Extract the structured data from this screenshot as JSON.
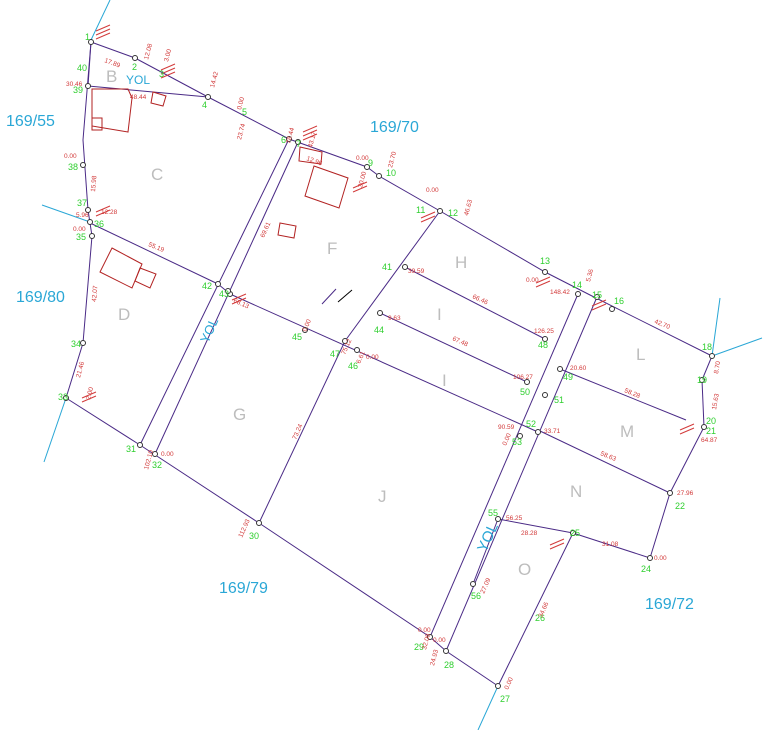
{
  "colors": {
    "boundary": "#4a2a86",
    "building": "#b22222",
    "parcel_label": "#2aa7d6",
    "point_label": "#2fcf2f",
    "dimension": "#d23a3a",
    "lot_letter": "#bdbdbd",
    "road_axis": "#2aa7d6"
  },
  "parcel_numbers": {
    "p1": "169/55",
    "p2": "169/70",
    "p3": "169/80",
    "p4": "169/79",
    "p5": "169/72"
  },
  "road_labels": {
    "top": "YOL",
    "left": "YOL",
    "right": "YOL"
  },
  "lot_letters": {
    "B": "B",
    "C": "C",
    "D": "D",
    "F": "F",
    "G": "G",
    "H": "H",
    "I1": "I",
    "I2": "I",
    "J": "J",
    "L": "L",
    "M": "M",
    "N": "N",
    "O": "O"
  },
  "point_numbers": {
    "p1": "1",
    "p2": "2",
    "p3": "3",
    "p4": "4",
    "p5": "5",
    "p6": "6",
    "p7": "7",
    "p9": "9",
    "p10": "10",
    "p11": "11",
    "p12": "12",
    "p13": "13",
    "p14": "14",
    "p15": "15",
    "p16": "16",
    "p18": "18",
    "p19": "19",
    "p20": "20",
    "p21": "21",
    "p22": "22",
    "p24": "24",
    "p25": "25",
    "p26": "26",
    "p27": "27",
    "p28": "28",
    "p29": "29",
    "p30": "30",
    "p31": "31",
    "p32": "32",
    "p33": "33",
    "p34": "34",
    "p35": "35",
    "p36": "36",
    "p37": "37",
    "p38": "38",
    "p39": "39",
    "p40": "40",
    "p41": "41",
    "p42": "42",
    "p43": "43",
    "p44": "44",
    "p45": "45",
    "p46": "46",
    "p47": "47",
    "p48": "48",
    "p49": "49",
    "p50": "50",
    "p51": "51",
    "p52": "52",
    "p53": "53",
    "p55": "55",
    "p56": "56"
  },
  "dimensions": {
    "d1": "17.89",
    "d2": "12.08",
    "d3": "3.00",
    "d4": "14.42",
    "d5": "0.00",
    "d6": "23.74",
    "d7": "30.46",
    "d8": "48.44",
    "d9": "0.00",
    "d10": "15.98",
    "d11": "5.96",
    "d12": "0.00",
    "d13": "12.28",
    "d14": "55.19",
    "d15": "42.07",
    "d16": "21.46",
    "d17": "2.00",
    "d18": "69.61",
    "d19": "78.44",
    "d20": "43.17",
    "d21": "0.00",
    "d22": "30.00",
    "d23": "23.70",
    "d24": "0.00",
    "d25": "46.63",
    "d26": "39.59",
    "d27": "0.00",
    "d28": "148.42",
    "d29": "5.36",
    "d30": "66.46",
    "d31": "126.25",
    "d32": "9.63",
    "d33": "67.48",
    "d34": "106.27",
    "d35": "6.61",
    "d36": "75.12",
    "d37": "0.00",
    "d38": "20.60",
    "d39": "58.28",
    "d40": "90.59",
    "d41": "0.00",
    "d42": "33.71",
    "d43": "58.63",
    "d44": "42.70",
    "d45": "8.70",
    "d46": "15.63",
    "d47": "64.87",
    "d48": "27.96",
    "d49": "56.25",
    "d50": "28.28",
    "d51": "31.08",
    "d52": "0.00",
    "d53": "27.09",
    "d54": "34.66",
    "d55": "0.00",
    "d56": "32.08",
    "d57": "0.00",
    "d58": "24.93",
    "d59": "0.00",
    "d60": "112.93",
    "d61": "73.24",
    "d62": "0.00",
    "d63": "102.10",
    "d64": "0.00",
    "d65": "68.13",
    "d66": "12.96"
  }
}
